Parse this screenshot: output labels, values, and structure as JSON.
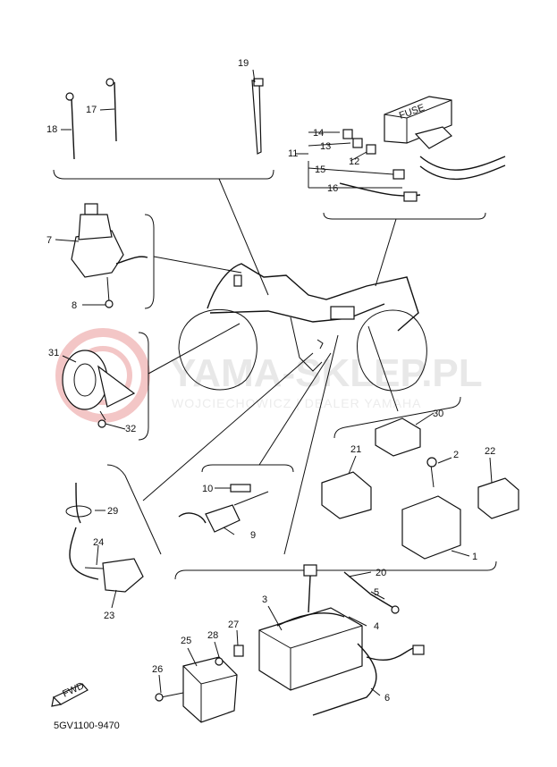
{
  "watermark": {
    "brand": "YAMA-SKLEP.PL",
    "sub": "WOJCIECHOWICZ | DEALER YAMAHA",
    "logo_color": "#f3c6c6"
  },
  "fuse_label": "FUSE",
  "fwd_label": "FWD",
  "drawing_code": "5GV1100-9470",
  "callouts": {
    "c1": "1",
    "c2": "2",
    "c3": "3",
    "c4": "4",
    "c5": "5",
    "c6": "6",
    "c7": "7",
    "c8": "8",
    "c9": "9",
    "c10": "10",
    "c11": "11",
    "c12": "12",
    "c13": "13",
    "c14": "14",
    "c15": "15",
    "c16": "16",
    "c17": "17",
    "c18": "18",
    "c19": "19",
    "c20": "20",
    "c21": "21",
    "c22": "22",
    "c23": "23",
    "c24": "24",
    "c25": "25",
    "c26": "26",
    "c27": "27",
    "c28": "28",
    "c29": "29",
    "c30": "30",
    "c31": "31",
    "c32": "32"
  }
}
